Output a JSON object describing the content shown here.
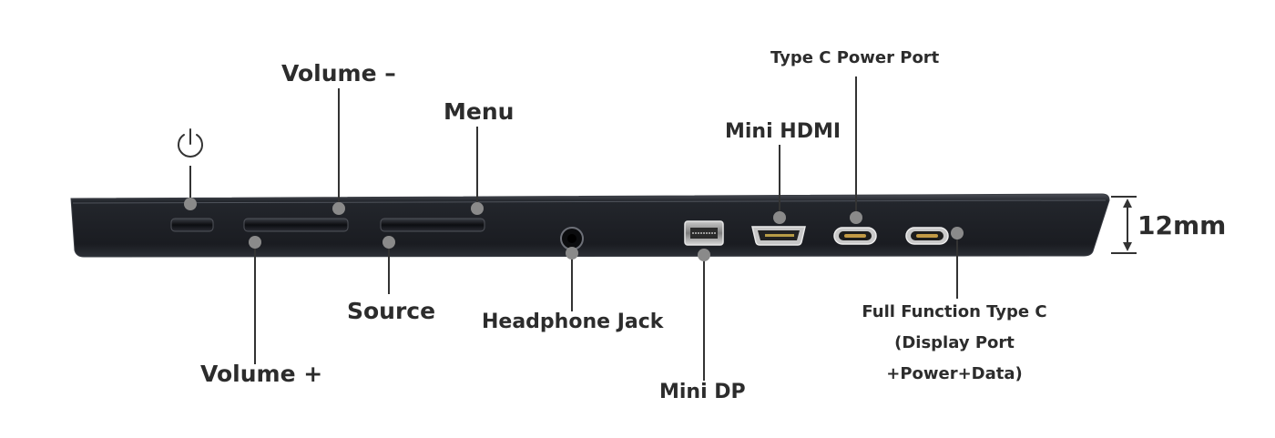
{
  "figure": {
    "callouts": {
      "volume_minus": "Volume –",
      "menu": "Menu",
      "type_c_power_port": "Type C Power Port",
      "mini_hdmi": "Mini HDMI",
      "source": "Source",
      "headphone_jack": "Headphone Jack",
      "volume_plus": "Volume +",
      "mini_dp": "Mini DP",
      "full_function_type_c": [
        "Full Function Type C",
        "(Display Port",
        "+Power+Data)"
      ]
    },
    "thickness": "12mm",
    "icons": [
      "power-icon"
    ],
    "colors": {
      "body": "#1b1d22",
      "body_edge": "#3a3d44",
      "leader": "#333333",
      "dot": "#8a8a8a",
      "text": "#2c2c2c"
    }
  }
}
